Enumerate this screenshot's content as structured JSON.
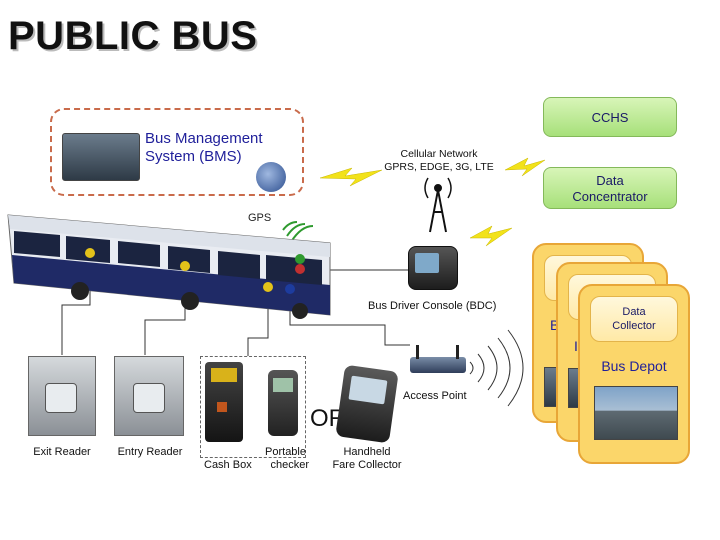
{
  "title": "PUBLIC BUS",
  "bms": {
    "label_line1": "Bus Management",
    "label_line2": "System (BMS)"
  },
  "cellular": {
    "line1": "Cellular Network",
    "line2": "GPRS, EDGE, 3G, LTE"
  },
  "cchs": "CCHS",
  "data_concentrator": {
    "line1": "Data",
    "line2": "Concentrator"
  },
  "gps": "GPS",
  "bdc": "Bus Driver Console (BDC)",
  "depot": {
    "collector_line1": "Data",
    "collector_line2": "Collector",
    "label": "Bus Depot",
    "partial_1": "B",
    "partial_2": "I"
  },
  "access_point": "Access Point",
  "or": "OR",
  "devices": {
    "exit_reader": "Exit Reader",
    "entry_reader": "Entry Reader",
    "cash_box": "Cash Box",
    "portable_1": "Portable",
    "portable_2": "checker",
    "handheld_1": "Handheld",
    "handheld_2": "Fare Collector"
  },
  "colors": {
    "green_box": "#a7e07a",
    "depot": "#fbd66a",
    "bms_border": "#c96b4b",
    "bolt": "#f2e21a"
  }
}
